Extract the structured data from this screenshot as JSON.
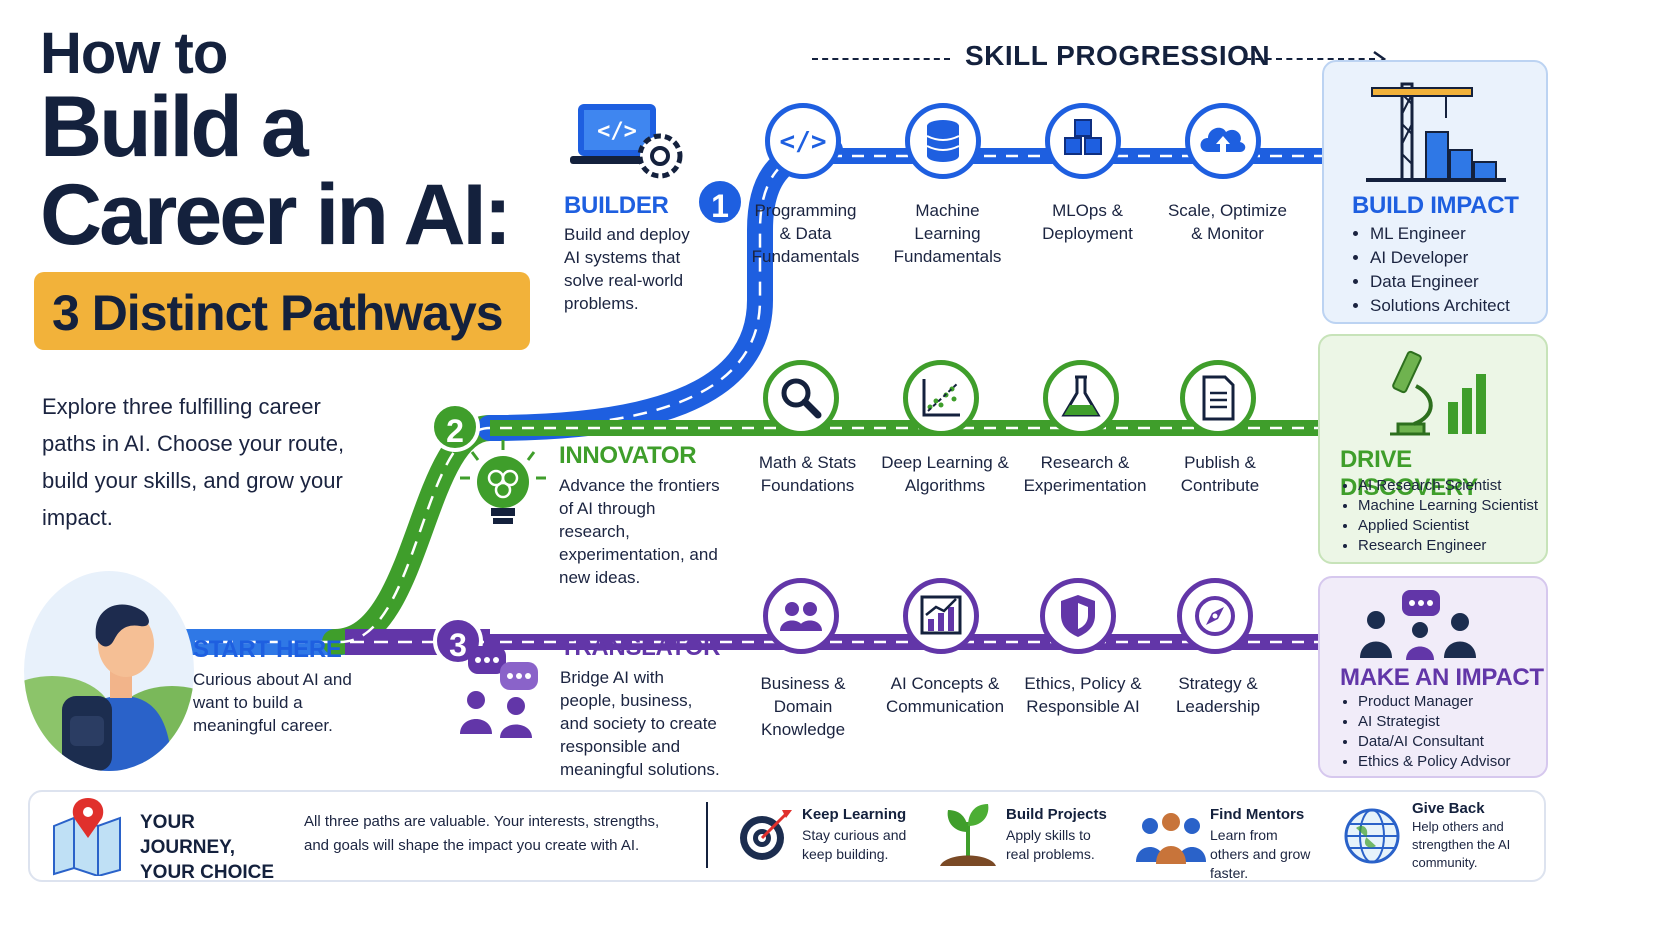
{
  "title": {
    "line1": "How to",
    "line2": "Build a",
    "line3": "Career in AI:",
    "badge": "3 Distinct Pathways"
  },
  "intro": "Explore three fulfilling career paths in AI. Choose your route, build your skills, and grow your impact.",
  "skill_progression": "SKILL PROGRESSION",
  "start": {
    "heading": "START HERE",
    "text": "Curious about AI and want to build a meaningful career."
  },
  "pathways": [
    {
      "number": "1",
      "name": "BUILDER",
      "description": "Build and deploy AI systems that solve real-world problems.",
      "color": "#1e5fe0",
      "stages": [
        "Programming & Data Fundamentals",
        "Machine Learning Fundamentals",
        "MLOps & Deployment",
        "Scale, Optimize & Monitor"
      ],
      "outcome": {
        "heading": "BUILD IMPACT",
        "roles": [
          "ML Engineer",
          "AI Developer",
          "Data Engineer",
          "Solutions Architect"
        ]
      }
    },
    {
      "number": "2",
      "name": "INNOVATOR",
      "description": "Advance the frontiers of AI through research, experimentation, and new ideas.",
      "color": "#3f9e2b",
      "stages": [
        "Math & Stats Foundations",
        "Deep Learning & Algorithms",
        "Research & Experimentation",
        "Publish & Contribute"
      ],
      "outcome": {
        "heading": "DRIVE DISCOVERY",
        "roles": [
          "AI Research Scientist",
          "Machine Learning Scientist",
          "Applied Scientist",
          "Research Engineer"
        ]
      }
    },
    {
      "number": "3",
      "name": "TRANSLATOR",
      "description": "Bridge AI with people, business, and society to create responsible and meaningful solutions.",
      "color": "#6236a8",
      "stages": [
        "Business & Domain Knowledge",
        "AI Concepts & Communication",
        "Ethics, Policy & Responsible AI",
        "Strategy & Leadership"
      ],
      "outcome": {
        "heading": "MAKE AN IMPACT",
        "roles": [
          "Product Manager",
          "AI Strategist",
          "Data/AI Consultant",
          "Ethics & Policy Advisor"
        ]
      }
    }
  ],
  "footer": {
    "title": "YOUR JOURNEY, YOUR CHOICE",
    "text": "All three paths are valuable. Your interests, strengths, and goals will shape the impact you create with AI.",
    "tips": [
      {
        "title": "Keep Learning",
        "text": "Stay curious and keep building."
      },
      {
        "title": "Build Projects",
        "text": "Apply skills to real problems."
      },
      {
        "title": "Find Mentors",
        "text": "Learn from others and grow faster."
      },
      {
        "title": "Give Back",
        "text": "Help others and strengthen the AI community."
      }
    ]
  },
  "colors": {
    "navy": "#14213d",
    "gold": "#f2b23a",
    "blue": "#1e5fe0",
    "green": "#3f9e2b",
    "purple": "#6236a8"
  }
}
